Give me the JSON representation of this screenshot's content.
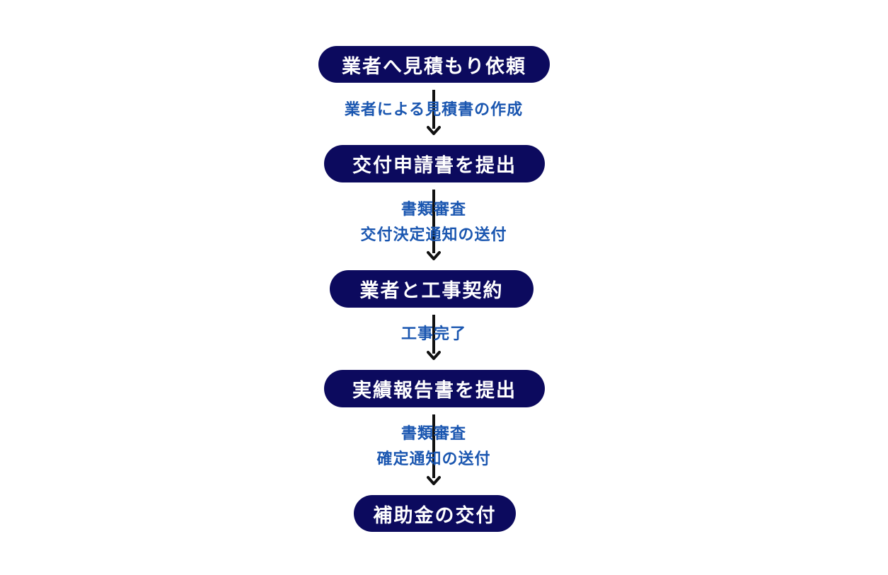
{
  "flowchart": {
    "steps": [
      {
        "label": "業者へ見積もり依頼"
      },
      {
        "label": "交付申請書を提出"
      },
      {
        "label": "業者と工事契約"
      },
      {
        "label": "実績報告書を提出"
      },
      {
        "label": "補助金の交付"
      }
    ],
    "transitions": [
      {
        "lines": [
          "業者による見積書の作成"
        ]
      },
      {
        "lines": [
          "書類審査",
          "交付決定通知の送付"
        ]
      },
      {
        "lines": [
          "工事完了"
        ]
      },
      {
        "lines": [
          "書類審査",
          "確定通知の送付"
        ]
      }
    ]
  },
  "colors": {
    "pill_background": "#0c0a5e",
    "pill_text": "#ffffff",
    "transition_text": "#1a56b0",
    "arrow": "#111111"
  }
}
